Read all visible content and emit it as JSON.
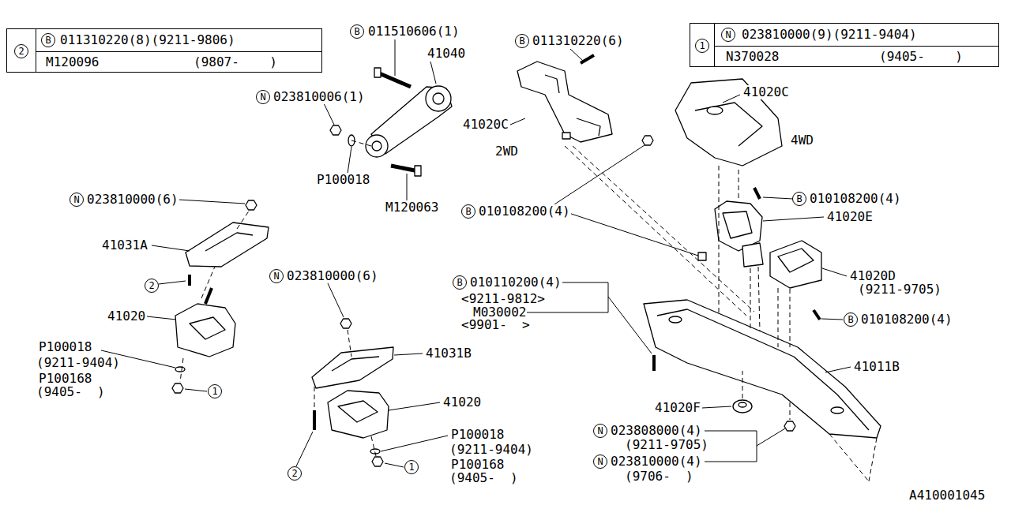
{
  "diagram": {
    "nodes": [
      {
        "text": [
          "2",
          "B",
          "011310220(8)(9211-9806)",
          "M120096",
          "(9807-    )"
        ]
      },
      {
        "text": [
          "1",
          "N",
          "023810000(9)(9211-9404)",
          "N370028",
          "(9405-    )"
        ]
      }
    ],
    "labels": [
      "B",
      "011510606(1)",
      "41040",
      "N",
      "023810006(1)",
      "P100018",
      "M120063",
      "B",
      "011310220(6)",
      "41020C",
      "2WD",
      "B",
      "010108200(4)",
      "41020C",
      "4WD",
      "B",
      "010108200(4)",
      "41020E",
      "41020D",
      "(9211-9705)",
      "B",
      "010108200(4)",
      "41011B",
      "41020F",
      "N",
      "023808000(4)",
      "(9211-9705)",
      "N",
      "023810000(4)",
      "(9706-  )",
      "B",
      "010110200(4)",
      "<9211-9812>",
      "M030002",
      "<9901-  >",
      "N",
      "023810000(6)",
      "41031A",
      "2",
      "41020",
      "P100018",
      "(9211-9404)",
      "P100168",
      "(9405-  )",
      "1",
      "N",
      "023810000(6)",
      "41031B",
      "41020",
      "P100018",
      "(9211-9404)",
      "P100168",
      "(9405-  )",
      "1",
      "2",
      "A410001045"
    ]
  }
}
